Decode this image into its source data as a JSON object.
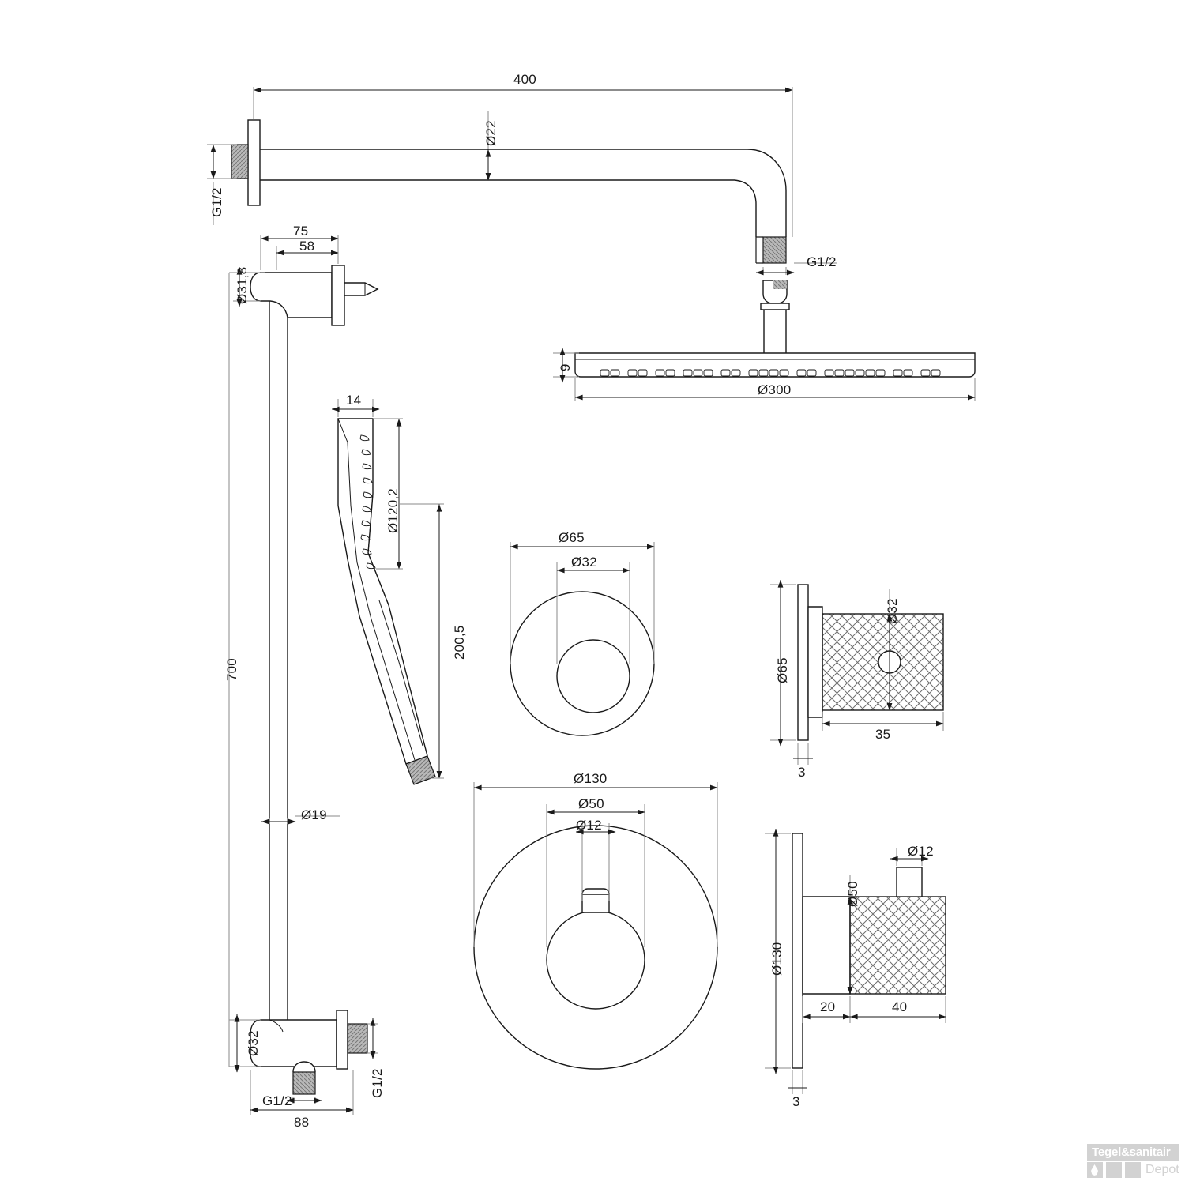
{
  "drawing": {
    "title": "Shower set technical drawing",
    "type": "engineering-dimension-drawing"
  },
  "dimensions": {
    "arm_length": "400",
    "arm_tube_dia": "Ø22",
    "arm_wall_thread": "G1/2",
    "arm_head_thread": "G1/2",
    "head_dia": "Ø300",
    "head_thickness": "9",
    "bracket_total": "75",
    "bracket_inner": "58",
    "bracket_dia": "Ø31,8",
    "handshower_width": "14",
    "handshower_face": "Ø120,2",
    "handshower_length": "200,5",
    "riser_height": "700",
    "riser_dia": "Ø19",
    "outlet_dia": "Ø32",
    "outlet_thread_bottom": "G1/2",
    "outlet_thread_side": "G1/2",
    "outlet_length": "88",
    "valve_small_plate": "Ø65",
    "valve_small_knob": "Ø32",
    "valve_small_depth": "35",
    "valve_small_plate_thk": "3",
    "valve_large_plate": "Ø130",
    "valve_large_knob": "Ø50",
    "valve_large_lever": "Ø12",
    "valve_large_base": "20",
    "valve_large_knob_len": "40",
    "valve_large_plate_thk": "3"
  },
  "logo": {
    "brand_line1": "Tegel&sanitair",
    "brand_line2": "Depot",
    "drop_icon": "water-drop-icon"
  },
  "colors": {
    "line": "#1a1a1a",
    "thin": "#555555",
    "hatch": "#6e6e6e",
    "logo_gray": "#d2d2d2"
  }
}
